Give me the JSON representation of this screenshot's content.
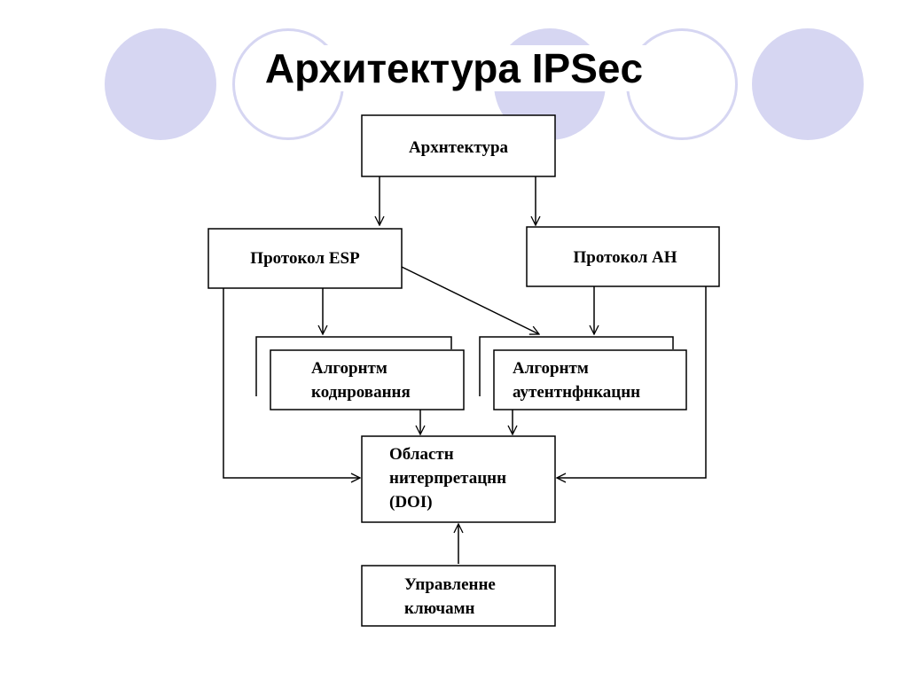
{
  "title": "Архитектура IPSec",
  "decor": {
    "circle_color": "#d6d6f2",
    "stroke_color": "#000000"
  },
  "nodes": {
    "architecture": {
      "lines": [
        "Архнтектура"
      ]
    },
    "esp": {
      "lines": [
        "Протокол ESP"
      ]
    },
    "ah": {
      "lines": [
        "Протокол AH"
      ]
    },
    "encryption": {
      "lines": [
        "Алгорнтм",
        "коднровання"
      ]
    },
    "authentication": {
      "lines": [
        "Алгорнтм",
        "аутентнфнкацнн"
      ]
    },
    "doi": {
      "lines": [
        "Областн",
        "нитерпретацнн",
        "(DOI)"
      ]
    },
    "key_management": {
      "lines": [
        "Управленне",
        "ключамн"
      ]
    }
  }
}
